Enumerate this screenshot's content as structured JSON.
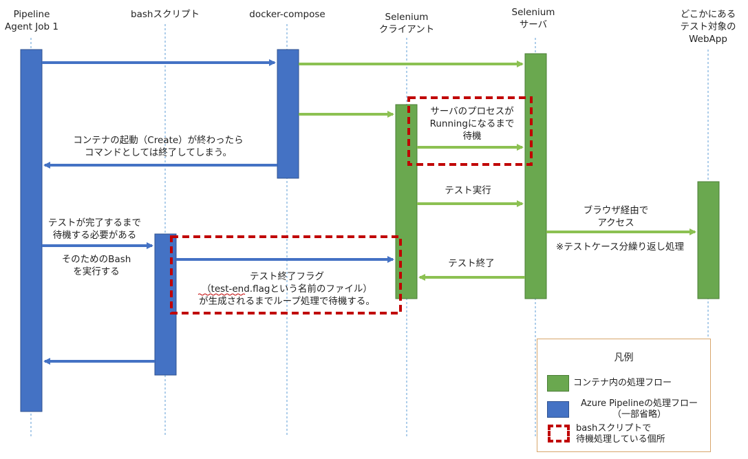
{
  "actors": {
    "pipeline": "Pipeline\nAgent Job 1",
    "bash": "bashスクリプト",
    "compose": "docker-compose",
    "sel_client": "Selenium\nクライアント",
    "sel_server": "Selenium\nサーバ",
    "webapp": "どこかにある\nテスト対象の\nWebApp"
  },
  "notes": {
    "create_done": "コンテナの起動（Create）が終わったら\nコマンドとしては終了してしまう。",
    "wait_running": "サーバのプロセスが\nRunningになるまで\n待機",
    "test_exec": "テスト実行",
    "via_browser": "ブラウザ経由で\nアクセス",
    "repeat": "※テストケース分繰り返し処理",
    "test_end": "テスト終了",
    "need_wait": "テストが完了するまで\n待機する必要がある",
    "run_bash": "そのためのBash\nを実行する",
    "flag_wait": "テスト終了フラグ\n（test-end.flagという名前のファイル）\nが生成されるまでループ処理で待機する。"
  },
  "legend": {
    "title": "凡例",
    "container": "コンテナ内の処理フロー",
    "azure": "Azure Pipelineの処理フロー\n（一部省略）",
    "bash_wait": "bashスクリプトで\n待機処理している個所"
  },
  "colors": {
    "blue": "#4472c4",
    "green": "#6aa84f",
    "green_arrow": "#8cc152",
    "red_dash": "#c00000",
    "lifeline": "#5b9bd5"
  }
}
